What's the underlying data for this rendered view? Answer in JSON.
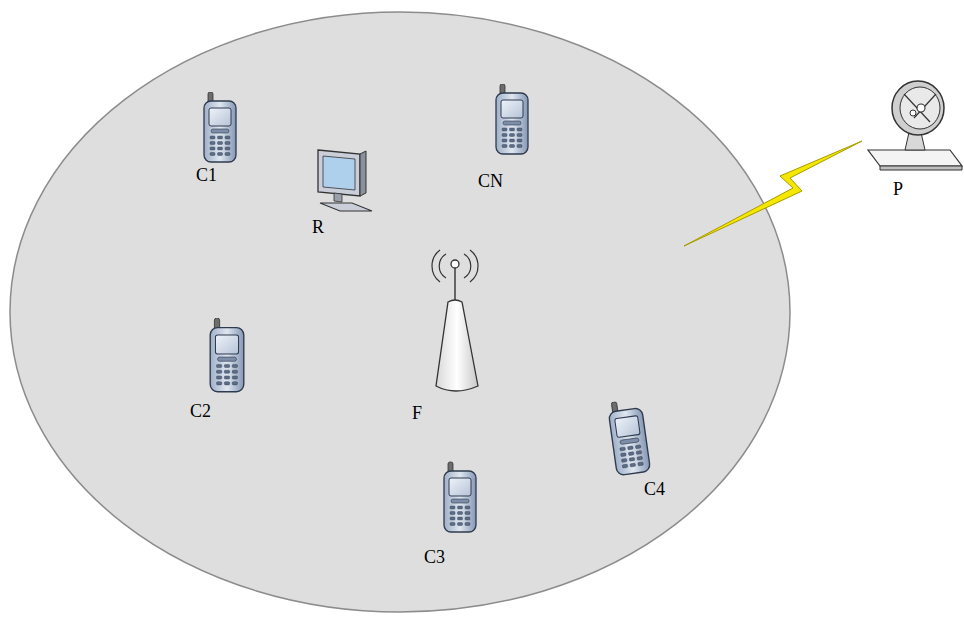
{
  "diagram": {
    "labels": [
      "C1",
      "R",
      "CN",
      "C2",
      "F",
      "C3",
      "C4",
      "P"
    ]
  }
}
